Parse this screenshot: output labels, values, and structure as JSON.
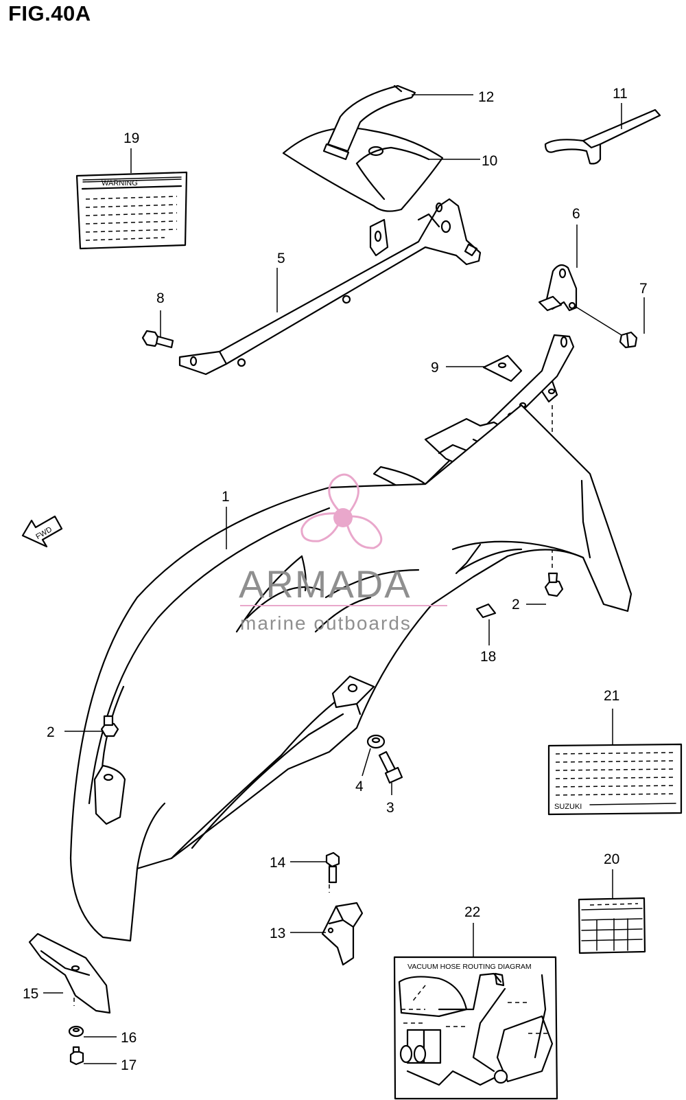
{
  "figure": {
    "title": "FIG.40A"
  },
  "arrow": {
    "label": "FWD"
  },
  "watermark": {
    "brand": "ARMADA",
    "tagline": "marine outboards"
  },
  "labels": {
    "warning_header": "WARNING",
    "suzuki_mark": "SUZUKI",
    "vacuum_title": "VACUUM HOSE ROUTING DIAGRAM"
  },
  "callouts": [
    {
      "id": "c1",
      "text": "1"
    },
    {
      "id": "c2a",
      "text": "2"
    },
    {
      "id": "c2b",
      "text": "2"
    },
    {
      "id": "c3",
      "text": "3"
    },
    {
      "id": "c4",
      "text": "4"
    },
    {
      "id": "c5",
      "text": "5"
    },
    {
      "id": "c6",
      "text": "6"
    },
    {
      "id": "c7",
      "text": "7"
    },
    {
      "id": "c8",
      "text": "8"
    },
    {
      "id": "c9",
      "text": "9"
    },
    {
      "id": "c10",
      "text": "10"
    },
    {
      "id": "c11",
      "text": "11"
    },
    {
      "id": "c12",
      "text": "12"
    },
    {
      "id": "c13",
      "text": "13"
    },
    {
      "id": "c14",
      "text": "14"
    },
    {
      "id": "c15",
      "text": "15"
    },
    {
      "id": "c16",
      "text": "16"
    },
    {
      "id": "c17",
      "text": "17"
    },
    {
      "id": "c18",
      "text": "18"
    },
    {
      "id": "c19",
      "text": "19"
    },
    {
      "id": "c20",
      "text": "20"
    },
    {
      "id": "c21",
      "text": "21"
    },
    {
      "id": "c22",
      "text": "22"
    }
  ],
  "colors": {
    "line": "#000000",
    "watermark_gray": "#8a8a8a",
    "watermark_pink": "#e8a3c9"
  }
}
